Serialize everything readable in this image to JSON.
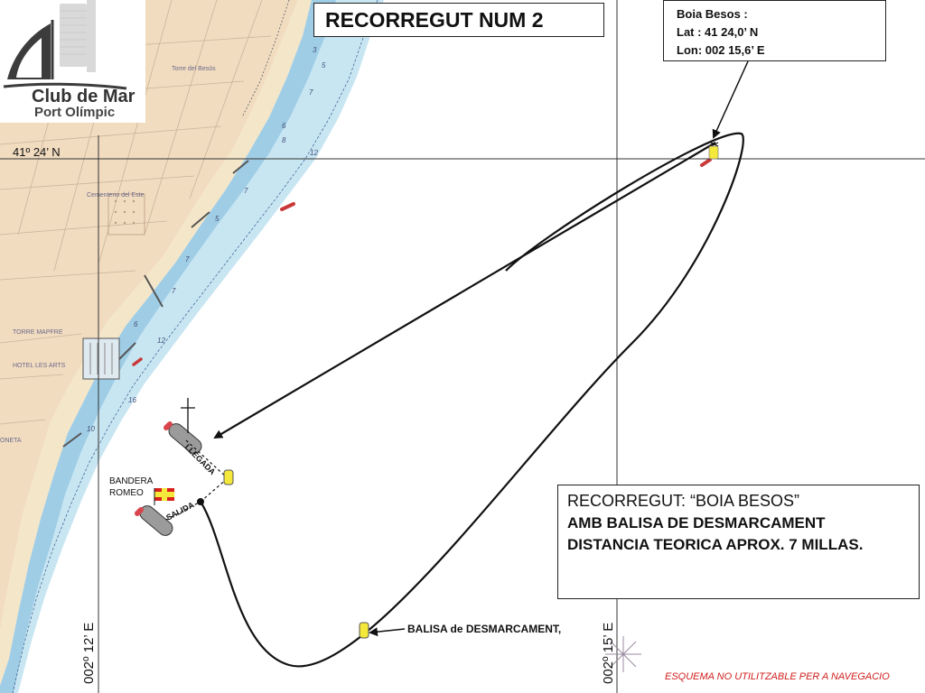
{
  "title": "RECORREGUT NUM 2",
  "logo": {
    "name": "Club de Mar",
    "sub": "Port Olímpic",
    "color": "#3c3c3c"
  },
  "buoy_box": {
    "name": "Boia Besos :",
    "lat": "Lat : 41 24,0’ N",
    "lon": "Lon: 002 15,6’ E"
  },
  "info_box": {
    "line1": "RECORREGUT: “BOIA BESOS”",
    "line2": "AMB BALISA DE DESMARCAMENT",
    "line3": "DISTANCIA TEORICA APROX. 7 MILLAS."
  },
  "grid": {
    "lat_label": "41º 24’ N",
    "lon_west_label": "002º 12’ E",
    "lon_east_label": "002º 15’ E"
  },
  "marks": {
    "flag_label_1": "BANDERA",
    "flag_label_2": "ROMEO",
    "finish_label": "LLEGADA",
    "start_label": "SALIDA",
    "offset_label": "BALISA de DESMARCAMENT,"
  },
  "chart_text": {
    "torre": "Torre del Besòs",
    "cementerio": "Cementerio del Este",
    "torre_mapfre": "TORRE MAPFRE",
    "hotel": "HOTEL LES ARTS",
    "oneta": "ONETA"
  },
  "depths": [
    "3",
    "5",
    "7",
    "8",
    "6",
    "12",
    "7",
    "5",
    "7",
    "7",
    "6",
    "12",
    "16",
    "10"
  ],
  "footer": "ESQUEMA NO UTILITZABLE PER A NAVEGACIO",
  "colors": {
    "land": "#f2dcc0",
    "beach": "#f4e6c8",
    "shallow": "#c8e6f2",
    "deep_shallow": "#9fcde6",
    "mark_red": "#d8454d",
    "buoy_yellow": "#f4e83a",
    "footer_red": "#d0201e"
  }
}
